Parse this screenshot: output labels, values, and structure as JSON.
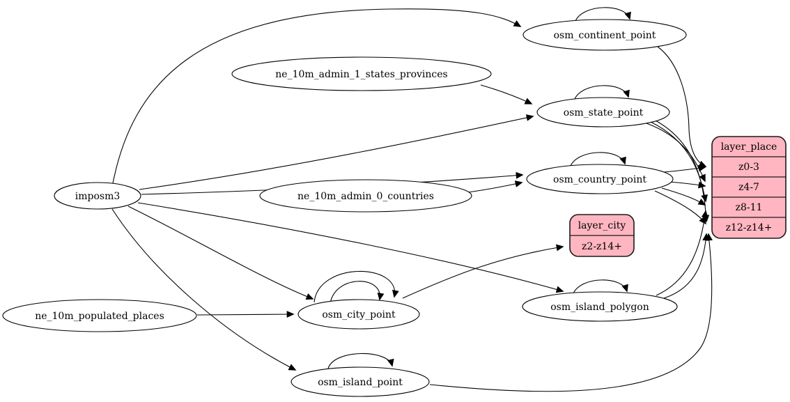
{
  "diagram": {
    "kind": "etl-dependency-graph",
    "colors": {
      "background": "#ffffff",
      "table_node_fill": "#ffffff",
      "table_node_stroke": "#000000",
      "layer_node_fill": "#ffb6c1",
      "layer_node_stroke": "#1a1a1a",
      "edge_color": "#000000",
      "text_color": "#000000"
    },
    "nodes": {
      "imposm3": {
        "label": "imposm3",
        "shape": "ellipse"
      },
      "ne_10m_admin_1_states_provinces": {
        "label": "ne_10m_admin_1_states_provinces",
        "shape": "ellipse"
      },
      "osm_continent_point": {
        "label": "osm_continent_point",
        "shape": "ellipse"
      },
      "osm_state_point": {
        "label": "osm_state_point",
        "shape": "ellipse"
      },
      "osm_country_point": {
        "label": "osm_country_point",
        "shape": "ellipse"
      },
      "ne_10m_admin_0_countries": {
        "label": "ne_10m_admin_0_countries",
        "shape": "ellipse"
      },
      "osm_city_point": {
        "label": "osm_city_point",
        "shape": "ellipse"
      },
      "ne_10m_populated_places": {
        "label": "ne_10m_populated_places",
        "shape": "ellipse"
      },
      "osm_island_polygon": {
        "label": "osm_island_polygon",
        "shape": "ellipse"
      },
      "osm_island_point": {
        "label": "osm_island_point",
        "shape": "ellipse"
      }
    },
    "records": {
      "layer_city": {
        "title": "layer_city",
        "rows": [
          "z2-z14+"
        ]
      },
      "layer_place": {
        "title": "layer_place",
        "rows": [
          "z0-3",
          "z4-7",
          "z8-11",
          "z12-z14+"
        ]
      }
    },
    "edges": [
      {
        "from": "imposm3",
        "to": "osm_continent_point"
      },
      {
        "from": "imposm3",
        "to": "osm_state_point"
      },
      {
        "from": "imposm3",
        "to": "osm_country_point"
      },
      {
        "from": "imposm3",
        "to": "osm_city_point"
      },
      {
        "from": "imposm3",
        "to": "osm_island_polygon"
      },
      {
        "from": "imposm3",
        "to": "osm_island_point"
      },
      {
        "from": "ne_10m_admin_1_states_provinces",
        "to": "osm_state_point"
      },
      {
        "from": "ne_10m_admin_0_countries",
        "to": "osm_country_point"
      },
      {
        "from": "ne_10m_populated_places",
        "to": "osm_city_point"
      },
      {
        "from": "osm_continent_point",
        "to": "osm_continent_point"
      },
      {
        "from": "osm_state_point",
        "to": "osm_state_point"
      },
      {
        "from": "osm_country_point",
        "to": "osm_country_point"
      },
      {
        "from": "osm_city_point",
        "to": "osm_city_point"
      },
      {
        "from": "osm_city_point",
        "to": "osm_city_point"
      },
      {
        "from": "osm_island_polygon",
        "to": "osm_island_polygon"
      },
      {
        "from": "osm_island_point",
        "to": "osm_island_point"
      },
      {
        "from": "osm_city_point",
        "to": "layer_city:z2-z14+"
      },
      {
        "from": "osm_continent_point",
        "to": "layer_place:z0-3"
      },
      {
        "from": "osm_country_point",
        "to": "layer_place:z0-3"
      },
      {
        "from": "osm_country_point",
        "to": "layer_place:z4-7"
      },
      {
        "from": "osm_country_point",
        "to": "layer_place:z8-11"
      },
      {
        "from": "osm_country_point",
        "to": "layer_place:z12-z14+"
      },
      {
        "from": "osm_state_point",
        "to": "layer_place:z4-7"
      },
      {
        "from": "osm_state_point",
        "to": "layer_place:z8-11"
      },
      {
        "from": "osm_state_point",
        "to": "layer_place:z12-z14+"
      },
      {
        "from": "osm_island_polygon",
        "to": "layer_place:z8-11"
      },
      {
        "from": "osm_island_polygon",
        "to": "layer_place:z12-z14+"
      },
      {
        "from": "osm_island_point",
        "to": "layer_place:z12-z14+"
      }
    ]
  }
}
